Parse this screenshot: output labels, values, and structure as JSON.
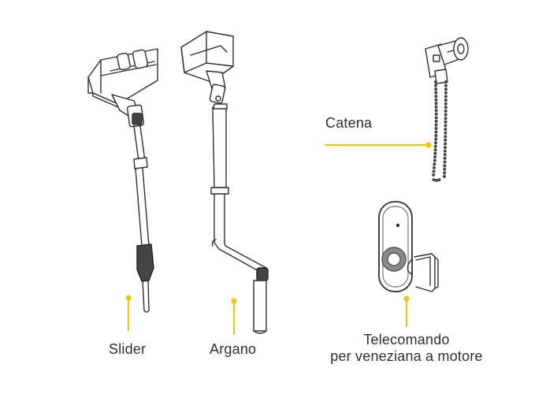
{
  "colors": {
    "accent": "#f5c400",
    "ink": "#2f2f2f",
    "dark_part": "#444444",
    "remote_button": "#8a8a8a"
  },
  "items": [
    {
      "label": "Slider",
      "icon": "slider-pole-icon"
    },
    {
      "label": "Argano",
      "icon": "crank-handle-icon"
    },
    {
      "label": "Catena",
      "icon": "chain-mechanism-icon"
    },
    {
      "label_line1": "Telecomando",
      "label_line2": "per veneziana a motore",
      "icon": "remote-control-icon"
    }
  ]
}
